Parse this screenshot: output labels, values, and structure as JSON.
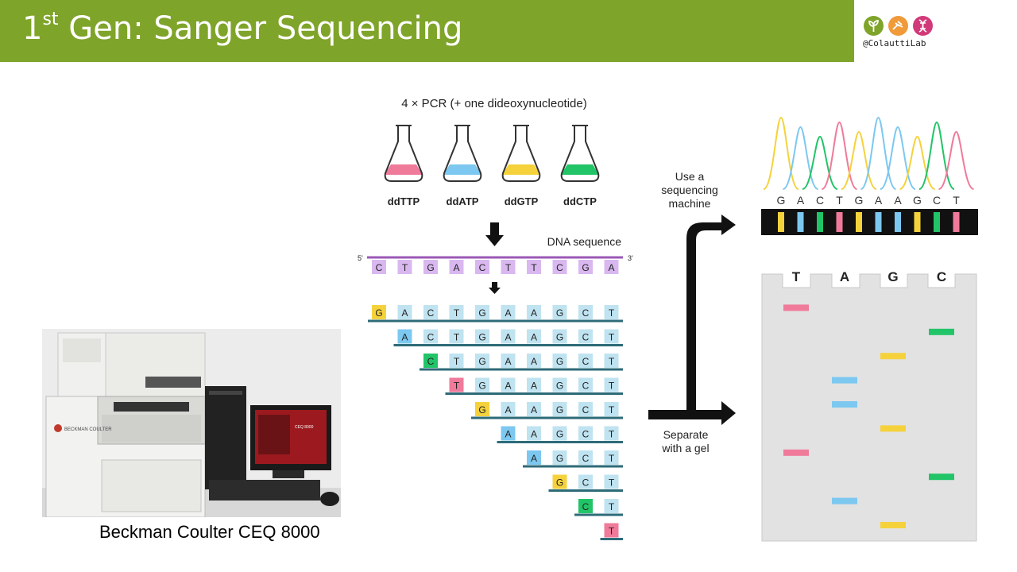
{
  "slide": {
    "title_prefix": "1",
    "title_sup": "st",
    "title_rest": " Gen: Sanger Sequencing",
    "handle": "@ColauttiLab",
    "accent_color": "#7fa42a"
  },
  "photo": {
    "caption": "Beckman Coulter CEQ 8000",
    "brand_text": "BECKMAN COULTER",
    "monitor_text": "CEQ 8000"
  },
  "pcr": {
    "heading": "4 × PCR (+ one dideoxynucleotide)",
    "flasks": [
      {
        "label": "ddTTP",
        "color": "#f07a9a"
      },
      {
        "label": "ddATP",
        "color": "#7cc8f0"
      },
      {
        "label": "ddGTP",
        "color": "#f5d23c"
      },
      {
        "label": "ddCTP",
        "color": "#22c468"
      }
    ]
  },
  "dna": {
    "label": "DNA sequence",
    "end5": "5'",
    "end3": "3'",
    "template": [
      "C",
      "T",
      "G",
      "A",
      "C",
      "T",
      "T",
      "C",
      "G",
      "A"
    ],
    "template_color": "#d9b8f0",
    "fragments": [
      "GACTGAAGCT",
      "ACTGAAGCT",
      "CTGAAGCT",
      "TGAAGCT",
      "GAAGCT",
      "AAGCT",
      "AGCT",
      "GCT",
      "CT",
      "T"
    ],
    "base_colors": {
      "A": "#7cc8f0",
      "C": "#22c468",
      "G": "#f5d23c",
      "T": "#f07a9a"
    },
    "strand_color": "#bfe3f0"
  },
  "arrows": {
    "top_label": [
      "Use a",
      "sequencing",
      "machine"
    ],
    "bottom_label": [
      "Separate",
      "with a gel"
    ]
  },
  "chromatogram": {
    "bases": [
      "G",
      "A",
      "C",
      "T",
      "G",
      "A",
      "A",
      "G",
      "C",
      "T"
    ]
  },
  "gel": {
    "lanes": [
      "T",
      "A",
      "G",
      "C"
    ],
    "bands": [
      {
        "base": "G",
        "row": 1
      },
      {
        "base": "A",
        "row": 2
      },
      {
        "base": "C",
        "row": 3
      },
      {
        "base": "T",
        "row": 4
      },
      {
        "base": "G",
        "row": 5
      },
      {
        "base": "A",
        "row": 6
      },
      {
        "base": "A",
        "row": 7
      },
      {
        "base": "G",
        "row": 8
      },
      {
        "base": "C",
        "row": 9
      },
      {
        "base": "T",
        "row": 10
      }
    ]
  }
}
